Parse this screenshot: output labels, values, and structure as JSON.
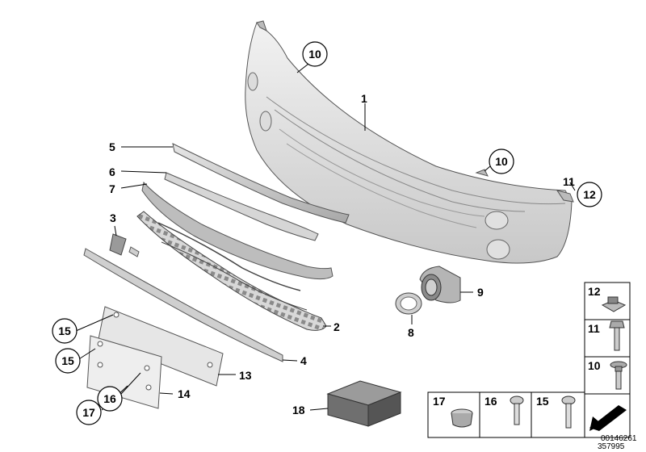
{
  "callouts": [
    {
      "id": "c1",
      "text": "1"
    },
    {
      "id": "c2",
      "text": "2"
    },
    {
      "id": "c3",
      "text": "3"
    },
    {
      "id": "c4",
      "text": "4"
    },
    {
      "id": "c5",
      "text": "5"
    },
    {
      "id": "c6",
      "text": "6"
    },
    {
      "id": "c7",
      "text": "7"
    },
    {
      "id": "c8",
      "text": "8"
    },
    {
      "id": "c9",
      "text": "9"
    },
    {
      "id": "c10a",
      "text": "10"
    },
    {
      "id": "c10b",
      "text": "10"
    },
    {
      "id": "c11",
      "text": "11"
    },
    {
      "id": "c12",
      "text": "12"
    },
    {
      "id": "c13",
      "text": "13"
    },
    {
      "id": "c14",
      "text": "14"
    },
    {
      "id": "c15a",
      "text": "15"
    },
    {
      "id": "c15b",
      "text": "15"
    },
    {
      "id": "c16",
      "text": "16"
    },
    {
      "id": "c17",
      "text": "17"
    },
    {
      "id": "c18",
      "text": "18"
    }
  ],
  "legend_right": [
    {
      "text": "12",
      "icon": "clip-nut-icon"
    },
    {
      "text": "11",
      "icon": "hex-bolt-icon"
    },
    {
      "text": "10",
      "icon": "flange-screw-icon"
    }
  ],
  "legend_bottom": [
    {
      "text": "17",
      "icon": "cap-plug-icon"
    },
    {
      "text": "16",
      "icon": "phillips-screw-icon"
    },
    {
      "text": "15",
      "icon": "phillips-screw-icon"
    }
  ],
  "footer": {
    "code_top": "00146261",
    "code_bottom": "357995"
  }
}
